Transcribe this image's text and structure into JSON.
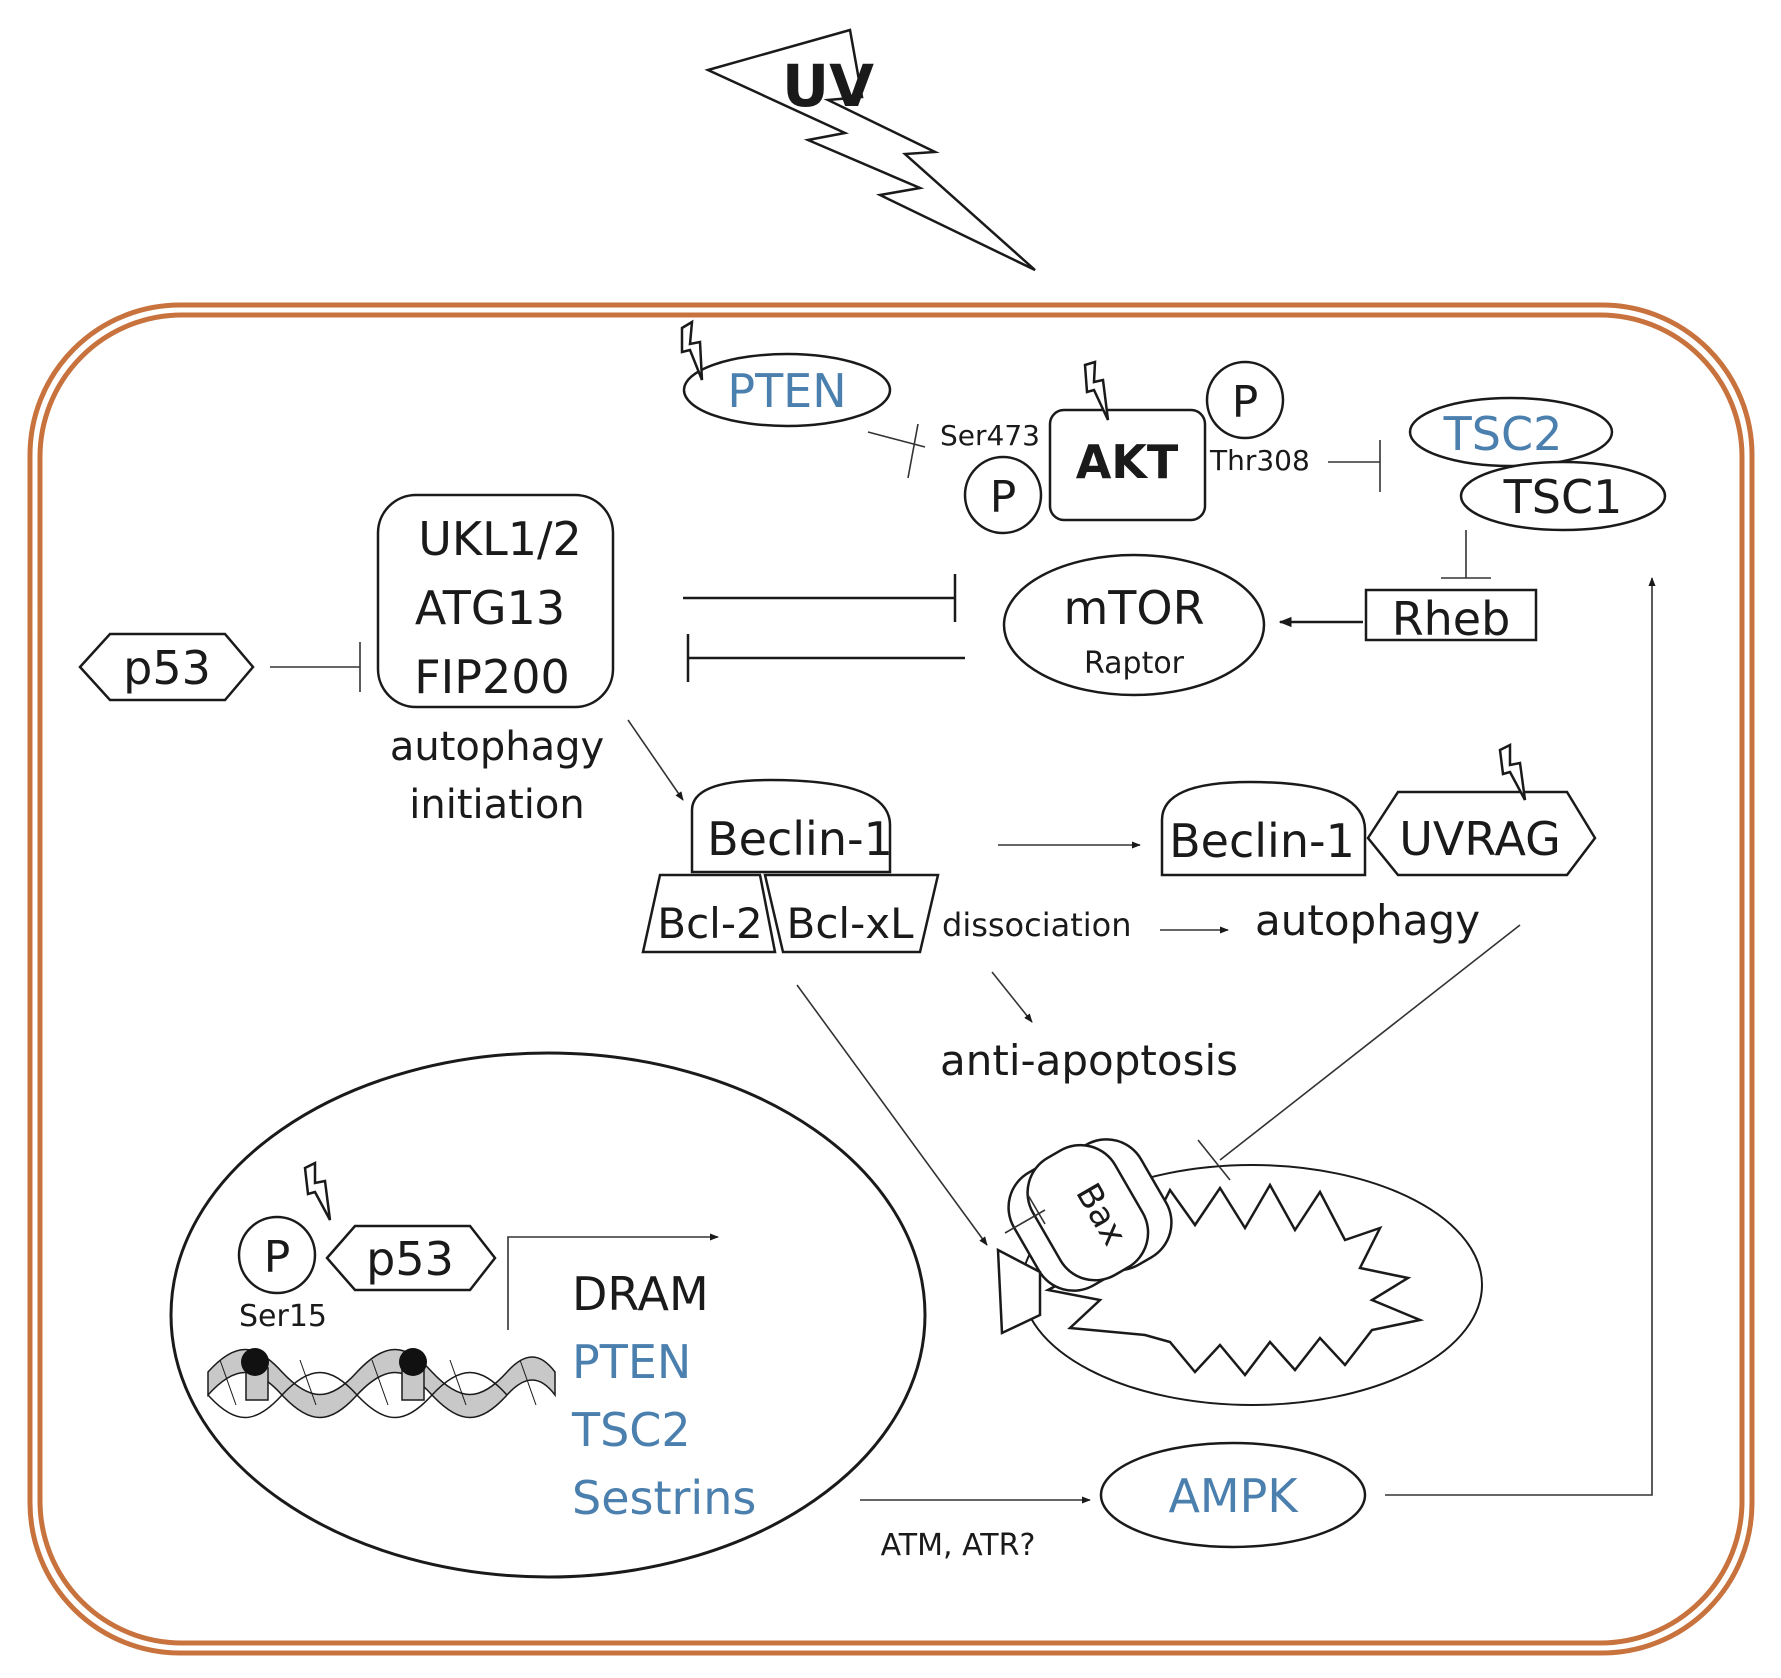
{
  "colors": {
    "membrane": "#c8733e",
    "highlight": "#4a7fae",
    "ink": "#1a1a1a",
    "chromatin": "#c8c8c8"
  },
  "uv": "UV",
  "pten": "PTEN",
  "akt": "AKT",
  "p": "P",
  "ser473": "Ser473",
  "thr308": "Thr308",
  "tsc2": "TSC2",
  "tsc1": "TSC1",
  "complex": [
    "UKL1/2",
    "ATG13",
    "FIP200"
  ],
  "p53": "p53",
  "mtor": "mTOR",
  "raptor": "Raptor",
  "rheb": "Rheb",
  "initiation": [
    "autophagy",
    "initiation"
  ],
  "beclin": "Beclin-1",
  "bcl2": "Bcl-2",
  "bclxl": "Bcl-xL",
  "uvrag": "UVRAG",
  "dissociation": "dissociation",
  "autophagy": "autophagy",
  "anti_apoptosis": "anti-apoptosis",
  "bax": "Bax",
  "ser15": "Ser15",
  "targets": {
    "dram": "DRAM",
    "pten": "PTEN",
    "tsc2": "TSC2",
    "sestrins": "Sestrins"
  },
  "atm": "ATM, ATR?",
  "ampk": "AMPK"
}
